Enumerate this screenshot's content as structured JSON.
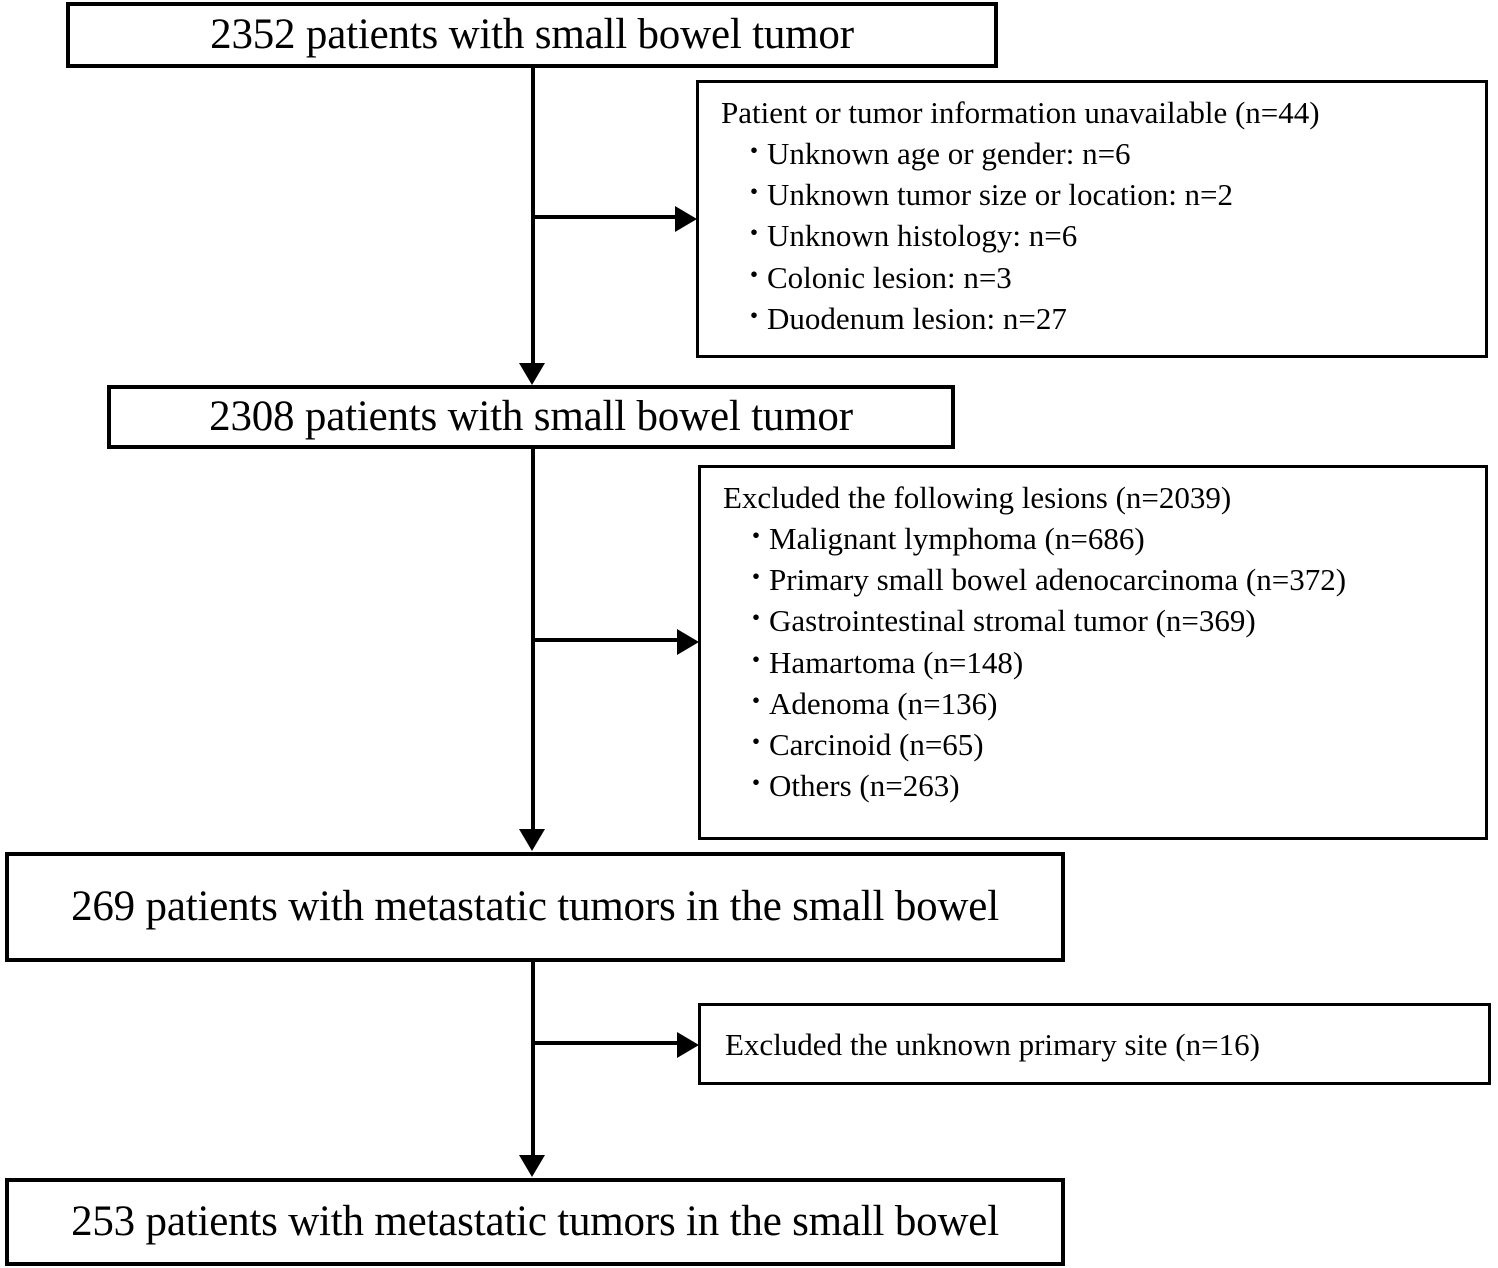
{
  "figure": {
    "type": "flowchart",
    "orientation": "top-to-bottom",
    "stroke_color": "#000000",
    "background_color": "#ffffff"
  },
  "nodes": {
    "step1": {
      "text": "2352 patients with small bowel tumor",
      "count": 2352
    },
    "step2": {
      "text": "2308 patients with small bowel tumor",
      "count": 2308
    },
    "step3": {
      "text": "269 patients with metastatic tumors in the small bowel",
      "count": 269
    },
    "step4": {
      "text": "253 patients with metastatic tumors in the small bowel",
      "count": 253
    }
  },
  "exclusions": {
    "excl1": {
      "title": "Patient or tumor information unavailable (n=44)",
      "total": 44,
      "bullet": "・",
      "items": [
        "Unknown age or gender: n=6",
        "Unknown tumor size or location: n=2",
        "Unknown histology: n=6",
        "Colonic lesion: n=3",
        "Duodenum lesion: n=27"
      ]
    },
    "excl2": {
      "title": "Excluded the following lesions (n=2039)",
      "total": 2039,
      "bullet": "・",
      "items": [
        "Malignant lymphoma (n=686)",
        "Primary small bowel adenocarcinoma (n=372)",
        "Gastrointestinal stromal tumor (n=369)",
        "Hamartoma (n=148)",
        "Adenoma (n=136)",
        "Carcinoid (n=65)",
        "Others (n=263)"
      ]
    },
    "excl3": {
      "title": "Excluded the unknown primary site (n=16)",
      "total": 16,
      "items": []
    }
  }
}
